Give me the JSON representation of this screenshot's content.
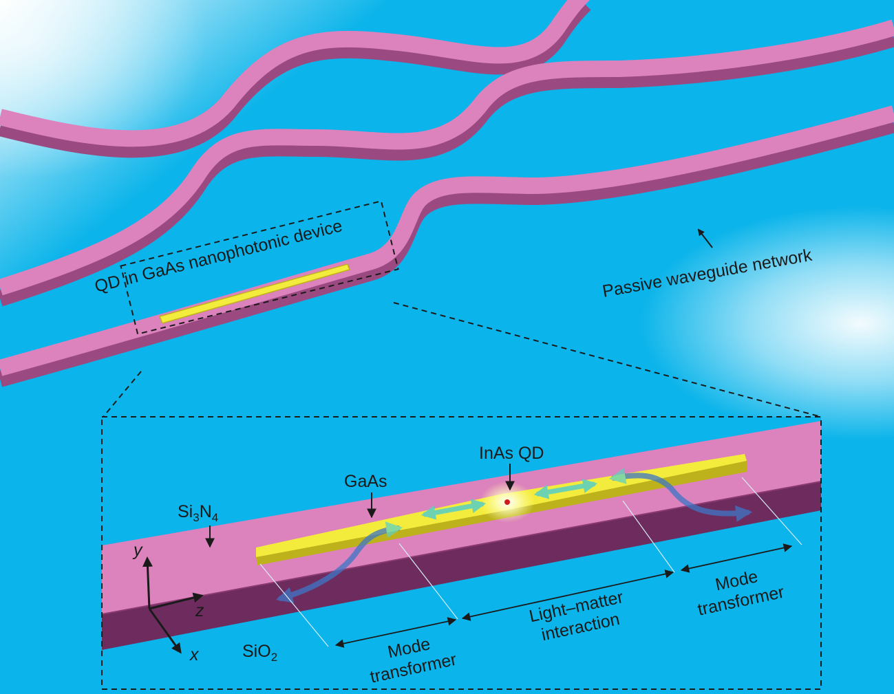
{
  "labels": {
    "qd_device": "QD in GaAs nanophotonic device",
    "passive_network": "Passive waveguide network",
    "inas_qd": "InAs QD",
    "gaas": "GaAs",
    "si3n4": {
      "a": "Si",
      "b": "3",
      "c": "N",
      "d": "4"
    },
    "sio2": {
      "a": "SiO",
      "b": "2"
    },
    "mode_left": {
      "line1": "Mode",
      "line2": "transformer"
    },
    "light_matter": {
      "line1": "Light–matter",
      "line2": "interaction"
    },
    "mode_right": {
      "line1": "Mode",
      "line2": "transformer"
    },
    "axes": {
      "y": "y",
      "z": "z",
      "x": "x"
    }
  },
  "colors": {
    "substrate": "#0bb4ea",
    "waveguide_top": "#dc82bc",
    "waveguide_side": "#9a4a80",
    "waveguide_side_dark": "#6e2c5e",
    "gaas": "#f4ec3c",
    "gaas_side": "#bdb21c",
    "arrow_teal": "#5fd0bf",
    "arrow_blue": "#3d76c6"
  }
}
